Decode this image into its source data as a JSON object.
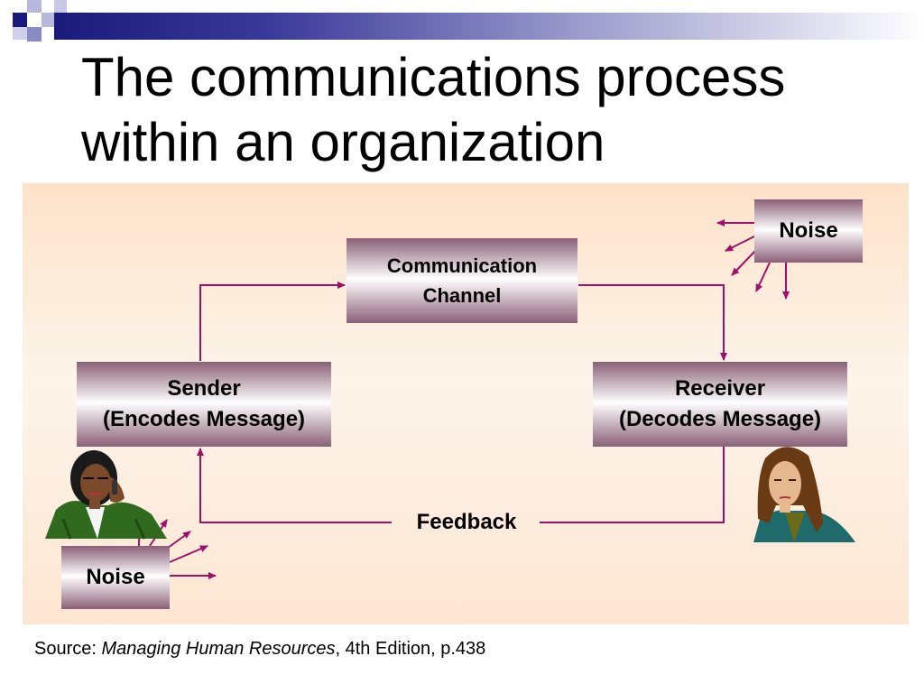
{
  "slide": {
    "title_line1": "The communications process",
    "title_line2": "within an organization"
  },
  "diagram": {
    "channel": {
      "line1": "Communication",
      "line2": "Channel"
    },
    "sender": {
      "line1": "Sender",
      "line2": "(Encodes Message)"
    },
    "receiver": {
      "line1": "Receiver",
      "line2": "(Decodes Message)"
    },
    "feedback": "Feedback",
    "noise_top": "Noise",
    "noise_bottom": "Noise",
    "sender_figure": "woman-on-phone-icon",
    "receiver_figure": "woman-listening-icon"
  },
  "source": {
    "prefix": "Source: ",
    "book": "Managing Human Resources",
    "suffix": ", 4th Edition, p.438"
  },
  "colors": {
    "arrow": "#a0106a",
    "box_edge": "#8a6078",
    "panel_top": "#fde2c9",
    "accent_dark": "#1a1a7a"
  }
}
